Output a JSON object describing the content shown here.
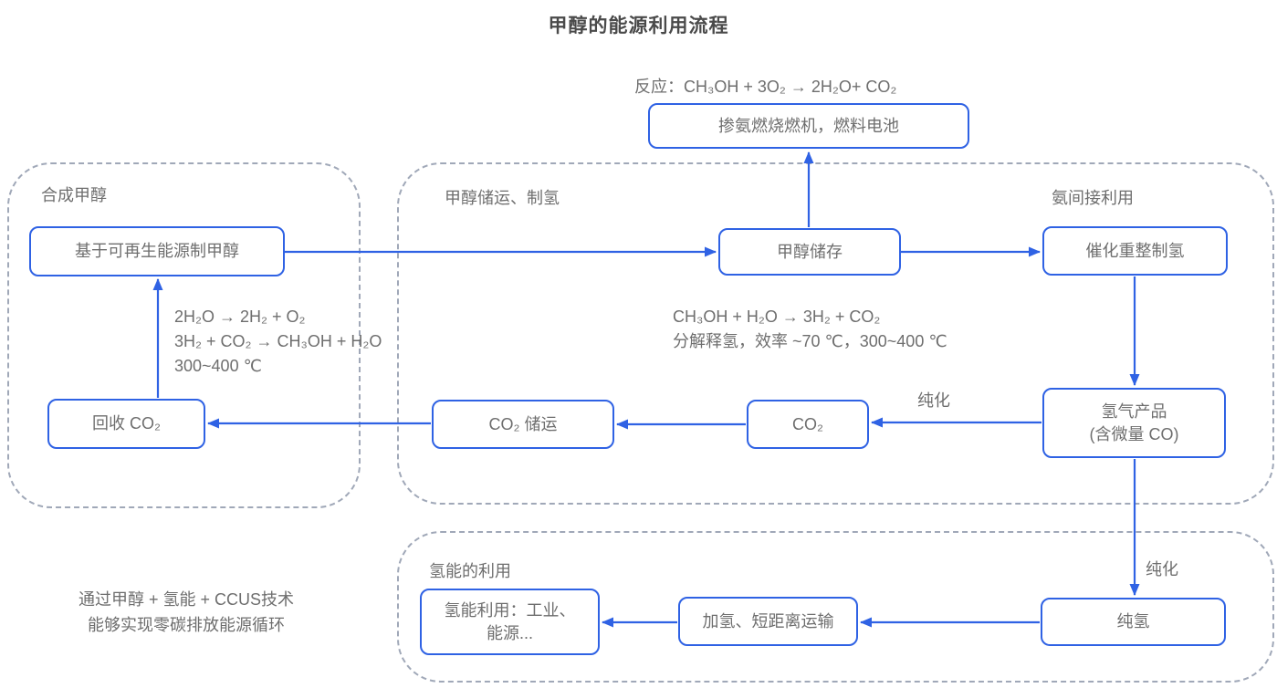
{
  "title": "甲醇的能源利用流程",
  "colors": {
    "accent_blue": "#2f62e4",
    "dashed_border_gray": "#a0a8b8",
    "text_gray": "#6e6e6e",
    "title_gray": "#4a4a4a"
  },
  "top": {
    "reaction_formula": "反应：CH₃OH + 3O₂ → 2H₂O+ CO₂",
    "ammonia_box": "掺氨燃烧燃机，燃料电池"
  },
  "containers": {
    "synthesis": {
      "label": "合成甲醇"
    },
    "storage": {
      "label": "甲醇储运、制氢",
      "label_right": "氨间接利用"
    },
    "hydrogen_use": {
      "label": "氢能的利用"
    }
  },
  "boxes": {
    "renewable": "基于可再生能源制甲醇",
    "methanol_storage": "甲醇储存",
    "reforming": "催化重整制氢",
    "h2_product_line1": "氢气产品",
    "h2_product_line2": "(含微量 CO)",
    "co2": "CO₂",
    "co2_storage": "CO₂ 储运",
    "recycle_co2": "回收 CO₂",
    "pure_h2": "纯氢",
    "hydrogenation": "加氢、短距离运输",
    "h2_use_line1": "氢能利用：工业、",
    "h2_use_line2": "能源..."
  },
  "annotations": {
    "left_eq1": "2H₂O → 2H₂ + O₂",
    "left_eq2": "3H₂ + CO₂ → CH₃OH + H₂O",
    "left_eq3": "300~400 ℃",
    "mid_eq1": "CH₃OH + H₂O → 3H₂ + CO₂",
    "mid_eq2": "分解释氢，效率 ~70 ℃，300~400 ℃",
    "purify_horizontal": "纯化",
    "purify_vertical": "纯化",
    "footer_line1": "通过甲醇 + 氢能 + CCUS技术",
    "footer_line2": "能够实现零碳排放能源循环"
  }
}
